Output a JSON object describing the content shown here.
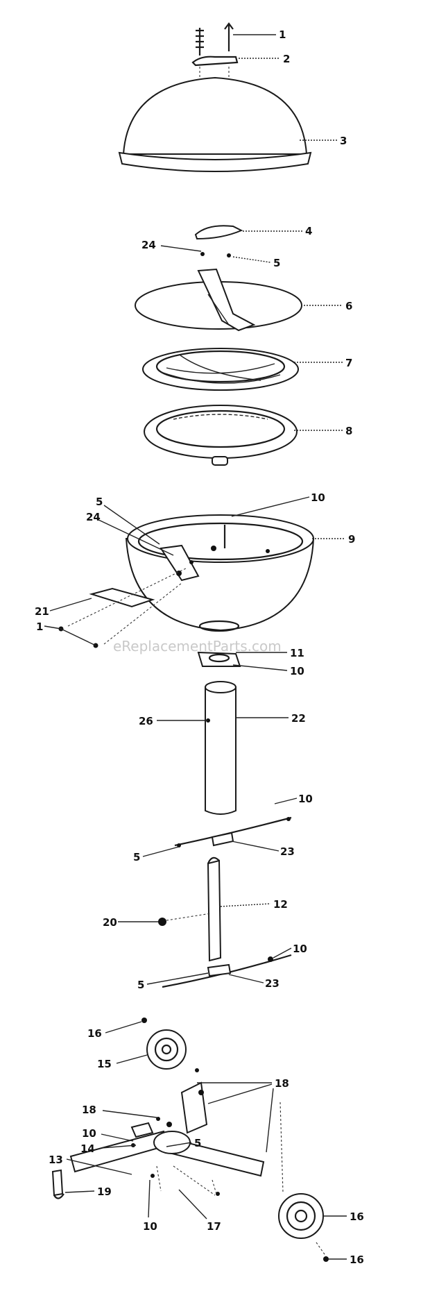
{
  "watermark": "eReplacementParts.com",
  "labels": {
    "l1a": "1",
    "l2": "2",
    "l3": "3",
    "l4": "4",
    "l24a": "24",
    "l5a": "5",
    "l6": "6",
    "l7": "7",
    "l8": "8",
    "l5b": "5",
    "l24b": "24",
    "l10a": "10",
    "l9": "9",
    "l21": "21",
    "l1b": "1",
    "l11": "11",
    "l10b": "10",
    "l26": "26",
    "l22": "22",
    "l10c": "10",
    "l5c": "5",
    "l23a": "23",
    "l20": "20",
    "l12": "12",
    "l10d": "10",
    "l5d": "5",
    "l23b": "23",
    "l16a": "16",
    "l15": "15",
    "l18a": "18",
    "l18b": "18",
    "l10e": "10",
    "l14": "14",
    "l5e": "5",
    "l13": "13",
    "l19": "19",
    "l10f": "10",
    "l17": "17",
    "l16b": "16",
    "l16c": "16"
  }
}
